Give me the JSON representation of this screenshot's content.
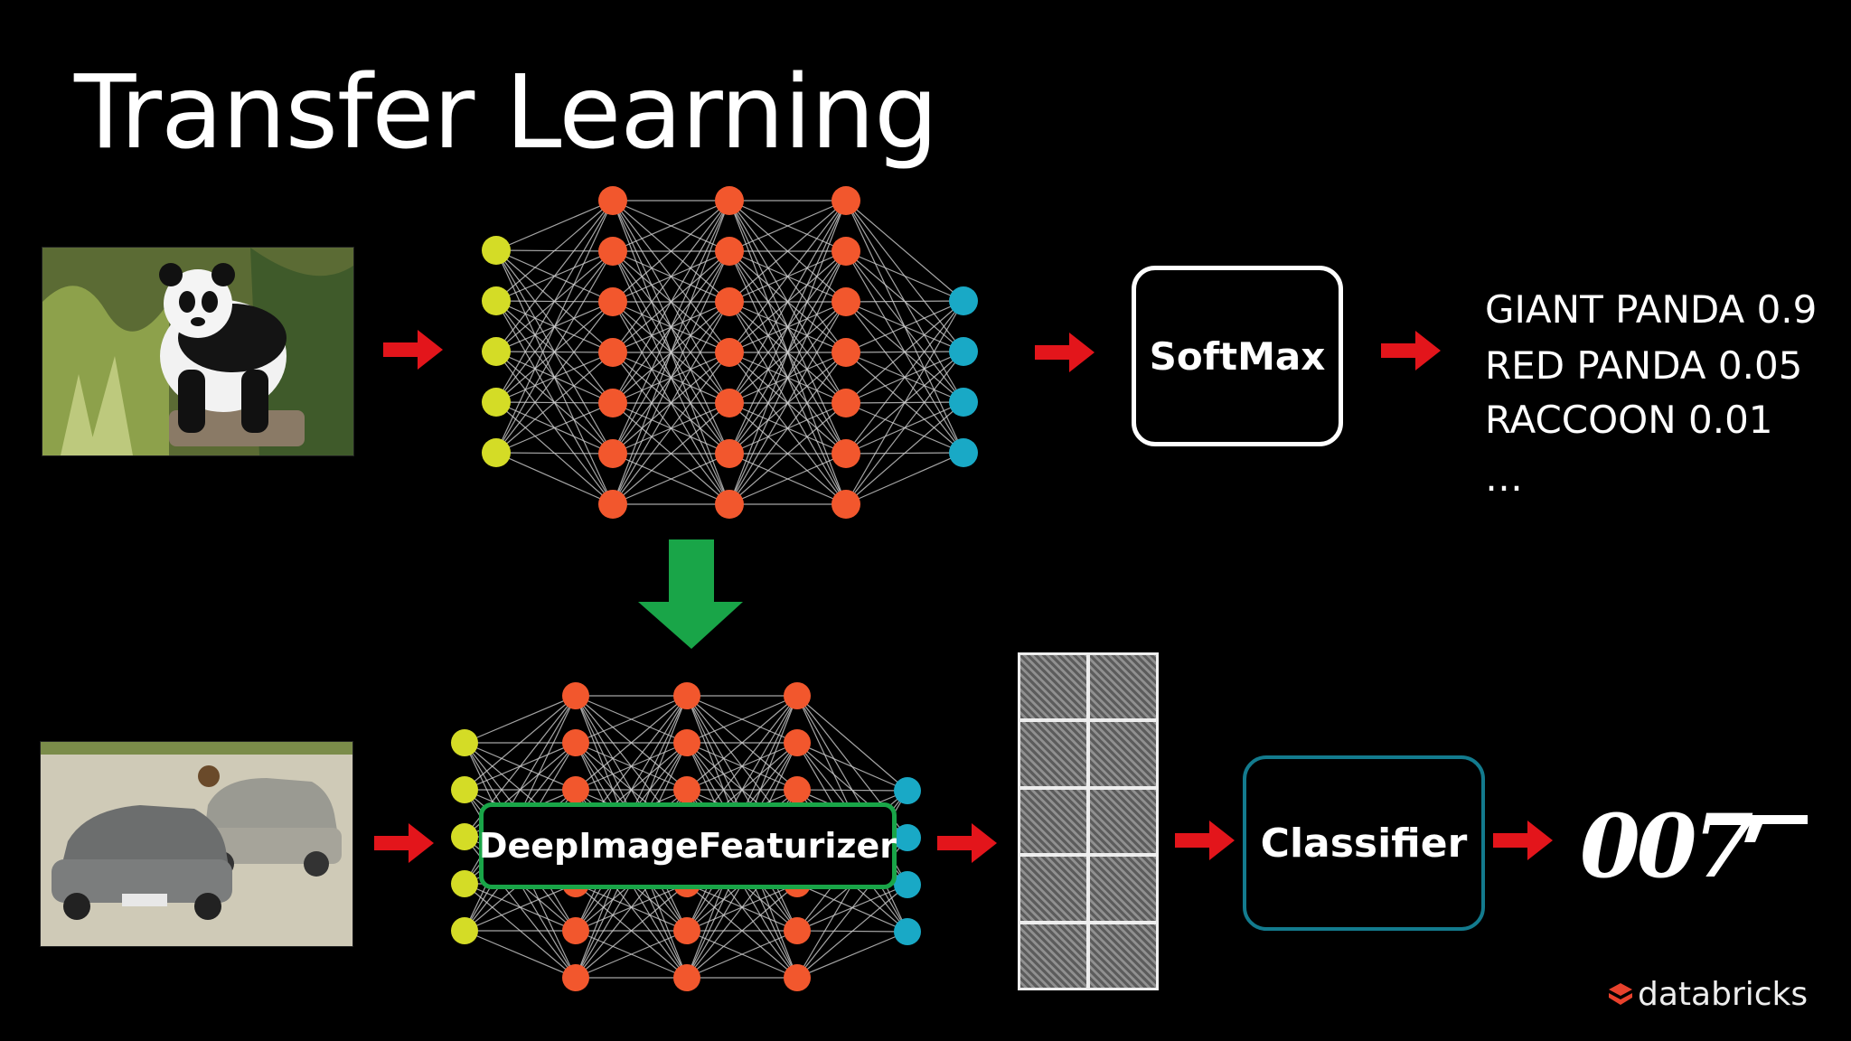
{
  "title": "Transfer Learning",
  "top_row": {
    "image": "giant-panda-photo",
    "softmax_label": "SoftMax",
    "predictions": [
      "GIANT PANDA 0.9",
      "RED PANDA 0.05",
      "RACCOON 0.01",
      "…"
    ]
  },
  "bottom_row": {
    "image": "cars-chase-photo",
    "featurizer_label": "DeepImageFeaturizer",
    "classifier_label": "Classifier",
    "output_label": "007"
  },
  "brand": "databricks",
  "colors": {
    "input_node": "#d4dc26",
    "hidden_node": "#f2572d",
    "output_node": "#19a9c6",
    "arrow_red": "#e3151b",
    "arrow_green": "#19a548",
    "classifier_border": "#137b8e",
    "featurizer_border": "#19a548"
  }
}
